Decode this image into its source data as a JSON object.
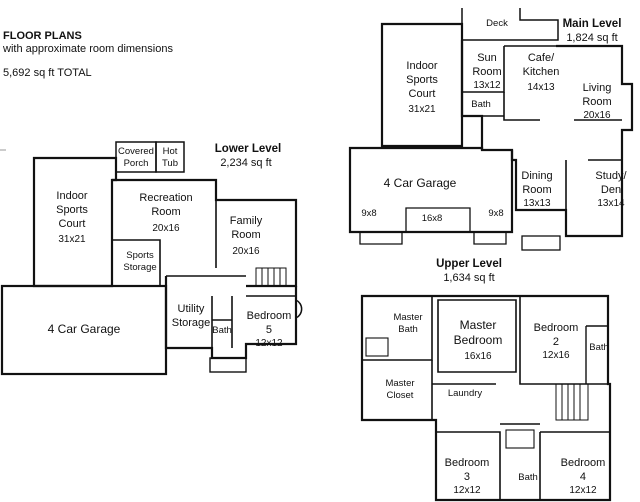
{
  "header": {
    "title": "FLOOR PLANS",
    "subtitle": "with approximate room dimensions",
    "total": "5,692 sq ft TOTAL"
  },
  "lower": {
    "name": "Lower Level",
    "sqft": "2,234 sq ft",
    "rooms": {
      "porch": {
        "line1": "Covered",
        "line2": "Porch"
      },
      "hottub": {
        "line1": "Hot",
        "line2": "Tub"
      },
      "court": {
        "line1": "Indoor",
        "line2": "Sports",
        "line3": "Court",
        "dim": "31x21"
      },
      "recreation": {
        "line1": "Recreation",
        "line2": "Room",
        "dim": "20x16"
      },
      "family": {
        "line1": "Family",
        "line2": "Room",
        "dim": "20x16"
      },
      "sports_storage": {
        "line1": "Sports",
        "line2": "Storage"
      },
      "utility": {
        "line1": "Utility",
        "line2": "Storage"
      },
      "bath": {
        "name": "Bath"
      },
      "bedroom5": {
        "line1": "Bedroom",
        "line2": "5",
        "dim": "12x12"
      },
      "garage": {
        "name": "4 Car Garage"
      }
    }
  },
  "main": {
    "name": "Main Level",
    "sqft": "1,824 sq ft",
    "rooms": {
      "deck": {
        "name": "Deck"
      },
      "court": {
        "line1": "Indoor",
        "line2": "Sports",
        "line3": "Court",
        "dim": "31x21"
      },
      "sun": {
        "line1": "Sun",
        "line2": "Room",
        "dim": "13x12"
      },
      "kitchen": {
        "line1": "Cafe/",
        "line2": "Kitchen",
        "dim": "14x13"
      },
      "living": {
        "line1": "Living",
        "line2": "Room",
        "dim": "20x16"
      },
      "bath": {
        "name": "Bath"
      },
      "garage": {
        "name": "4 Car Garage",
        "bay_left": "9x8",
        "bay_mid": "16x8",
        "bay_right": "9x8"
      },
      "dining": {
        "line1": "Dining",
        "line2": "Room",
        "dim": "13x13"
      },
      "study": {
        "line1": "Study/",
        "line2": "Den",
        "dim": "13x14"
      }
    }
  },
  "upper": {
    "name": "Upper Level",
    "sqft": "1,634 sq ft",
    "rooms": {
      "master_bath": {
        "line1": "Master",
        "line2": "Bath"
      },
      "master_bed": {
        "line1": "Master",
        "line2": "Bedroom",
        "dim": "16x16"
      },
      "bedroom2": {
        "line1": "Bedroom",
        "line2": "2",
        "dim": "12x16"
      },
      "bath_right": {
        "name": "Bath"
      },
      "master_closet": {
        "line1": "Master",
        "line2": "Closet"
      },
      "laundry": {
        "name": "Laundry"
      },
      "bedroom3": {
        "line1": "Bedroom",
        "line2": "3",
        "dim": "12x12"
      },
      "bath_bottom": {
        "name": "Bath"
      },
      "bedroom4": {
        "line1": "Bedroom",
        "line2": "4",
        "dim": "12x12"
      }
    }
  }
}
